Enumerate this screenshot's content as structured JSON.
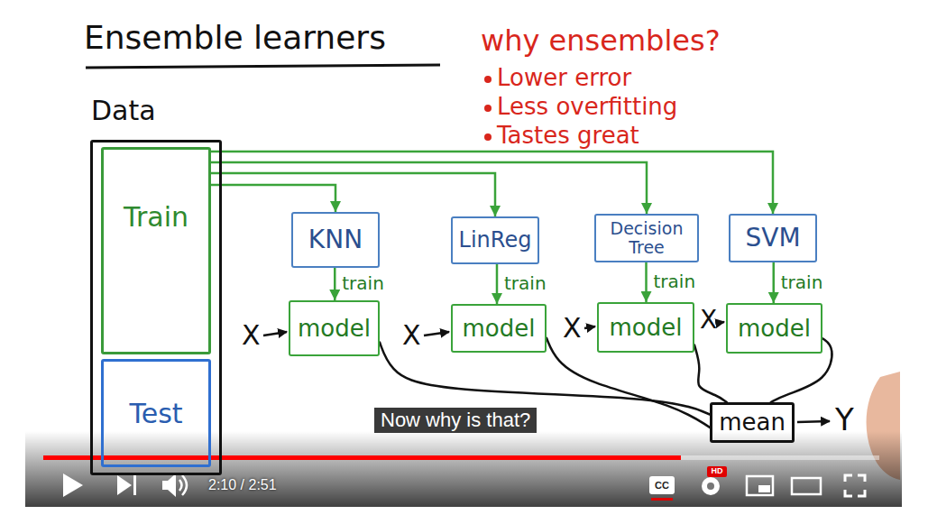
{
  "diagram": {
    "title": "Ensemble learners",
    "nodes": [
      {
        "text": [
          "Data"
        ]
      },
      {
        "text": [
          "Train"
        ],
        "in": 0
      },
      {
        "text": [
          "Test"
        ],
        "in": 0
      },
      {
        "text": [
          "KNN"
        ]
      },
      {
        "text": [
          "LinReg"
        ]
      },
      {
        "text": [
          "Decision Tree"
        ]
      },
      {
        "text": [
          "SVM"
        ]
      },
      {
        "text": [
          "model"
        ]
      },
      {
        "text": [
          "model"
        ]
      },
      {
        "text": [
          "model"
        ]
      },
      {
        "text": [
          "model"
        ]
      },
      {
        "text": [
          "mean"
        ]
      }
    ],
    "edges": [
      {
        "from": 1,
        "to": 3,
        "arrow": "to"
      },
      {
        "from": 1,
        "to": 4,
        "arrow": "to"
      },
      {
        "from": 1,
        "to": 5,
        "arrow": "to"
      },
      {
        "from": 1,
        "to": 6,
        "arrow": "to"
      },
      {
        "from": 3,
        "to": 7,
        "label": "train",
        "arrow": "to"
      },
      {
        "from": 4,
        "to": 8,
        "label": "train",
        "arrow": "to"
      },
      {
        "from": 5,
        "to": 9,
        "label": "train",
        "arrow": "to"
      },
      {
        "from": 6,
        "to": 10,
        "label": "train",
        "arrow": "to"
      },
      {
        "from": 7,
        "to": 11,
        "arrow": "none"
      },
      {
        "from": 8,
        "to": 11,
        "arrow": "none"
      },
      {
        "from": 9,
        "to": 11,
        "arrow": "none"
      },
      {
        "from": 10,
        "to": 11,
        "arrow": "none"
      }
    ],
    "labels": [
      "why ensembles?",
      "Lower error",
      "Less overfitting",
      "Tastes great",
      "X",
      "X",
      "X",
      "X",
      "Y",
      "Now why is that?",
      "2:10 / 2:51",
      "CC",
      "HD"
    ]
  }
}
